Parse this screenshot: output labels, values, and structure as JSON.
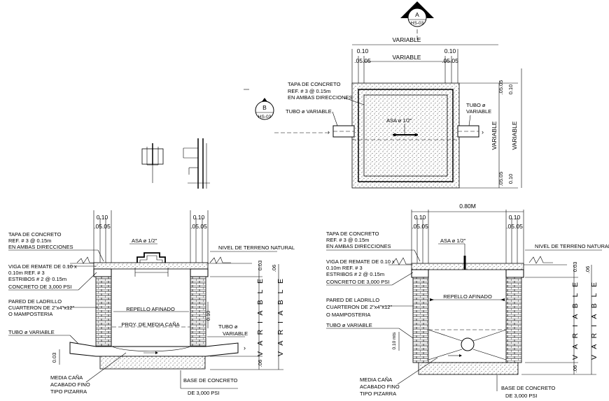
{
  "plan": {
    "section_a": {
      "letter": "A",
      "sheet": "HS-03"
    },
    "section_b": {
      "letter": "B",
      "sheet": "HS-03"
    },
    "dim_top_1": "VARIABLE",
    "dim_top_2": "VARIABLE",
    "dim_010_left": "0.10",
    "dim_010_right": "0.10",
    "dim_0505_left": ".05.05",
    "dim_0505_right": ".05.05",
    "dim_side": "VARIABLE",
    "dim_side_far": "VARIABLE",
    "right_top_0505": ".05.05",
    "right_top_010": "0.10",
    "right_bot_0505": ".05.05",
    "right_bot_010": "0.10",
    "label_tapa_1": "TAPA DE CONCRETO",
    "label_tapa_2": "REF. # 3 @ 0.15m",
    "label_tapa_3": "EN AMBAS DIRECCIONES",
    "label_tubo_left": "TUBO ø VARIABLE",
    "label_tubo_right_1": "TUBO ø",
    "label_tubo_right_2": "VARIABLE",
    "label_asa": "ASA ø 1/2\""
  },
  "section_left": {
    "dim_010_l": "0.10",
    "dim_0505_l": ".05.05",
    "dim_010_r": "0.10",
    "dim_0505_r": ".05.05",
    "tapa_1": "TAPA DE CONCRETO",
    "tapa_2": "REF. # 3 @ 0.15m",
    "tapa_3": "EN AMBAS DIRECCIONES",
    "asa": "ASA ø 1/2\"",
    "nivel": "NIVEL DE TERRENO NATURAL",
    "viga_1": "VIGA DE REMATE DE 0.10 x",
    "viga_2": "0.10m REF. # 3",
    "viga_3": "ESTRIBOS # 2 @ 0.15m",
    "viga_4": "CONCRETO DE 3,000 PSI",
    "pared_1": "PARED DE LADRILLO",
    "pared_2": "CUARTERON DE 2\"x4\"x12\"",
    "pared_3": "O MAMPOSTERIA",
    "tubo_left": "TUBO ø VARIABLE",
    "repello": "REPELLO AFINADO",
    "proy": "PROY. DE MEDIA CAÑA",
    "dim_010_mid": "0.10",
    "tubo_right_1": "TUBO ø",
    "tubo_right_2": "VARIABLE",
    "dim_003_top": "0.03",
    "dim_06_top": ".06",
    "dim_var_1": "V A R I A B L E",
    "dim_var_2": "V A R I A B L E",
    "dim_06_bot": ".06",
    "dim_003_left": "0.03",
    "media_1": "MEDIA CAÑA",
    "media_2": "ACABADO FINO",
    "media_3": "TIPO PIZARRA",
    "base_1": "BASE DE CONCRETO",
    "base_2": "DE 3,000 PSI"
  },
  "section_right": {
    "dim_080": "0.80M",
    "dim_010_l": "0.10",
    "dim_0505_l": ".05.05",
    "dim_010_r": "0.10",
    "dim_0505_r": ".05.05",
    "tapa_1": "TAPA DE CONCRETO",
    "tapa_2": "REF. # 3 @ 0.15m",
    "tapa_3": "EN AMBAS DIRECCIONES",
    "asa": "ASA ø 1/2\"",
    "nivel": "NIVEL DE TERRENO NATURAL",
    "viga_1": "VIGA DE REMATE DE 0.10 x",
    "viga_2": "0.10m REF. # 3",
    "viga_3": "ESTRIBOS # 2 @ 0.15m",
    "viga_4": "CONCRETO DE 3,000 PSI",
    "pared_1": "PARED DE LADRILLO",
    "pared_2": "CUARTERON DE 2\"x4\"x12\"",
    "pared_3": "O MAMPOSTERIA",
    "tubo_left": "TUBO ø VARIABLE",
    "repello": "REPELLO AFINADO",
    "dim_003_top": "0.03",
    "dim_06_top": ".06",
    "dim_var_1": "V A R I A B L E",
    "dim_var_2": "V A R I A B L E",
    "dim_06_bot": ".06",
    "dim_010_left": "0.10 mts",
    "media_1": "MEDIA CAÑA",
    "media_2": "ACABADO FINO",
    "media_3": "TIPO PIZARRA",
    "base_1": "BASE DE CONCRETO",
    "base_2": "DE 3,000 PSI"
  }
}
